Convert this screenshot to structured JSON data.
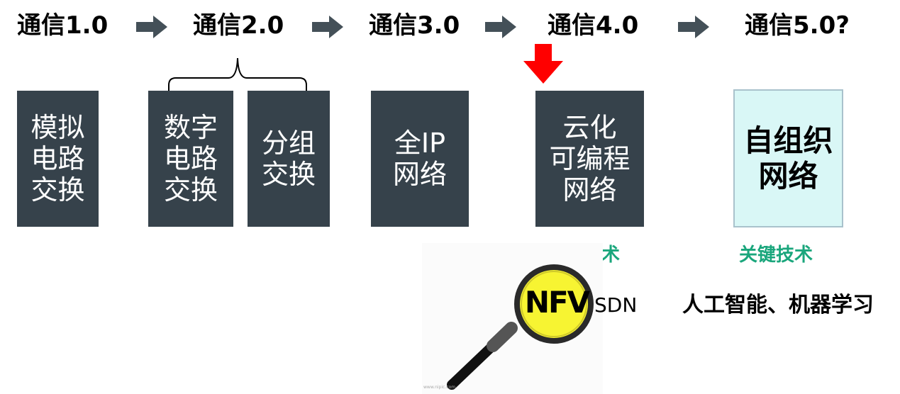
{
  "stages": [
    {
      "title": "通信1.0"
    },
    {
      "title": "通信2.0"
    },
    {
      "title": "通信3.0"
    },
    {
      "title": "通信4.0"
    },
    {
      "title": "通信5.0?"
    }
  ],
  "boxes": {
    "analog": "模拟\n电路\n交换",
    "digital": "数字\n电路\n交换",
    "packet": "分组\n交换",
    "all_ip": "全IP\n网络",
    "cloud": "云化\n可编程\n网络",
    "self_org": "自组织\n网络"
  },
  "key_tech": {
    "label_4": "关键技术",
    "label_5": "关键技术",
    "nfv": "NFV",
    "sdn": "SDN",
    "ai": "人工智能、机器学习"
  },
  "watermark": "www.nipic.com",
  "colors": {
    "box_dark": "#36424b",
    "box_light": "#d9f7f6",
    "arrow_gray": "#445058",
    "highlight_arrow": "#ff0000",
    "key_tech_green": "#1aa67c",
    "magnifier_lens": "#f7f432"
  },
  "icons": [
    "right-arrow-icon",
    "down-arrow-icon",
    "magnifier-icon"
  ]
}
